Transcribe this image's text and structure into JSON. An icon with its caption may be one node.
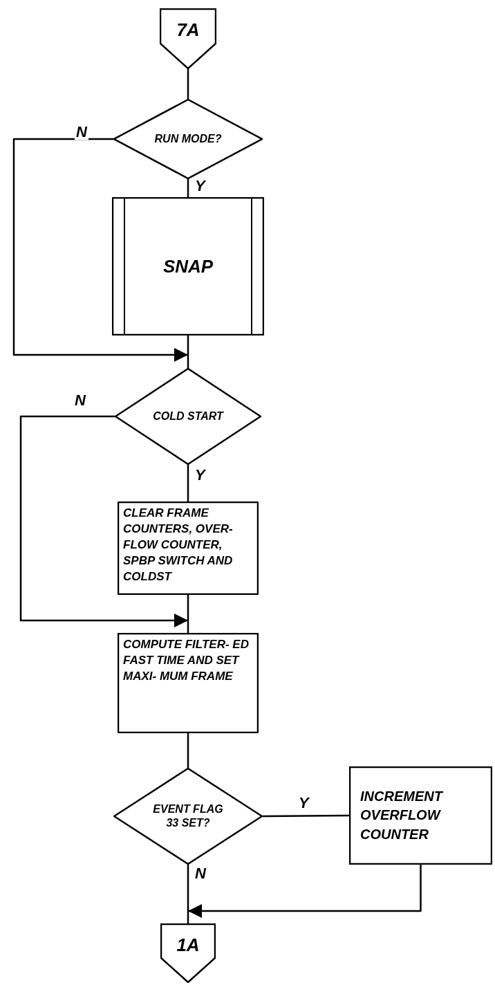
{
  "diagram": {
    "nodes": [
      {
        "text": [
          "7A"
        ]
      },
      {
        "text": [
          "RUN MODE?"
        ]
      },
      {
        "text": [
          "SNAP"
        ]
      },
      {
        "text": [
          "COLD START"
        ]
      },
      {
        "text": [
          "CLEAR FRAME COUNTERS, OVER- FLOW COUNTER, SPBP SWITCH AND COLDST"
        ]
      },
      {
        "text": [
          "COMPUTE FILTER- ED FAST TIME AND SET MAXI- MUM FRAME"
        ]
      },
      {
        "text": [
          "EVENT FLAG 33 SET?"
        ]
      },
      {
        "text": [
          "INCREMENT OVERFLOW COUNTER"
        ]
      },
      {
        "text": [
          "1A"
        ]
      }
    ],
    "edges": [
      {
        "from": 0,
        "to": 1,
        "arrow": "none"
      },
      {
        "from": 1,
        "to": 2,
        "arrow": "none",
        "label": "Y"
      },
      {
        "from": 1,
        "to": 3,
        "arrow": "to",
        "label": "N"
      },
      {
        "from": 2,
        "to": 3,
        "arrow": "none"
      },
      {
        "from": 3,
        "to": 4,
        "arrow": "none",
        "label": "Y"
      },
      {
        "from": 3,
        "to": 5,
        "arrow": "to",
        "label": "N"
      },
      {
        "from": 4,
        "to": 5,
        "arrow": "none"
      },
      {
        "from": 5,
        "to": 6,
        "arrow": "none"
      },
      {
        "from": 6,
        "to": 7,
        "arrow": "none",
        "label": "Y"
      },
      {
        "from": 6,
        "to": 8,
        "arrow": "none",
        "label": "N"
      },
      {
        "from": 7,
        "to": 8,
        "arrow": "to"
      }
    ]
  }
}
